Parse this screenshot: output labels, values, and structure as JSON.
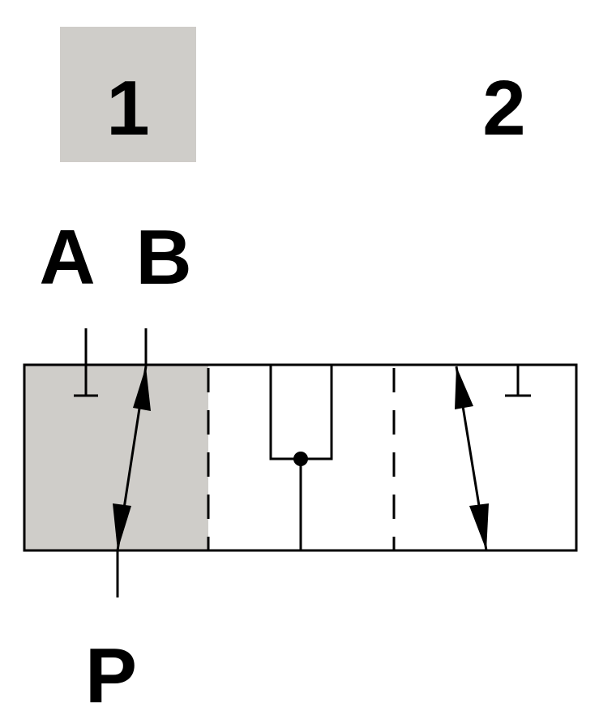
{
  "positions": {
    "position_1": "1",
    "position_2": "2"
  },
  "ports": {
    "a": "A",
    "b": "B",
    "p": "P"
  },
  "colors": {
    "active_fill": "#cfcdc9",
    "line": "#000000"
  }
}
